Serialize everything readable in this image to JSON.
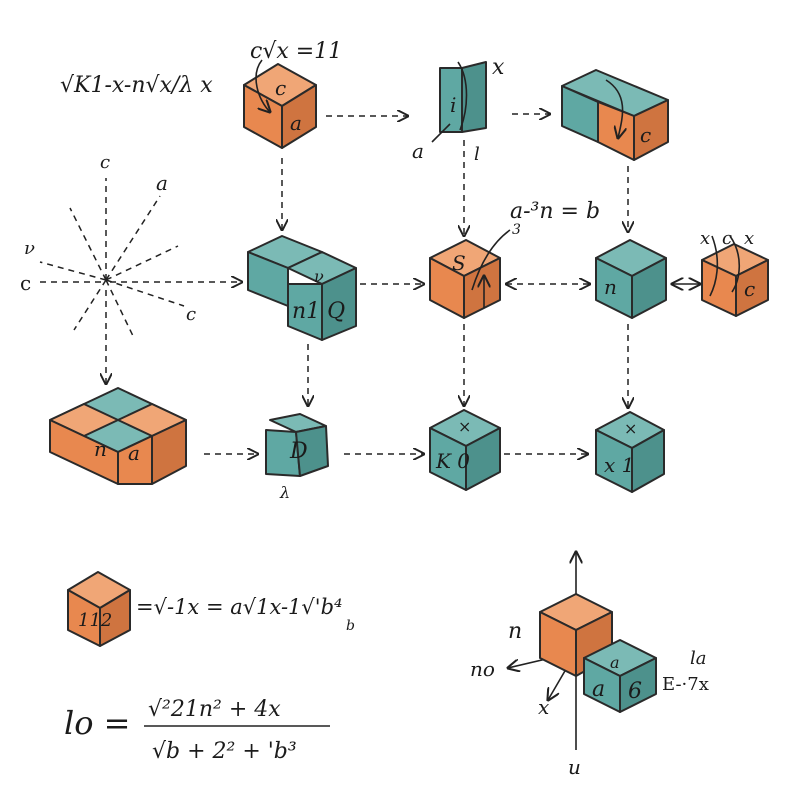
{
  "colors": {
    "orange": "#e8884f",
    "orange_light": "#f0a676",
    "orange_dark": "#cf7440",
    "teal": "#5fa8a3",
    "teal_light": "#7bbab5",
    "teal_dark": "#4d918c",
    "ink": "#222222"
  },
  "formulas": {
    "top_left": "√K1-x-n√x/λ x",
    "top_cube_eq": "c√x =11",
    "mid_eq": "a-³n = b",
    "mid_eq_sup": "3",
    "bottom_eq1": "=√-1x = a√1x-1√'b⁴",
    "bottom_eq1_sub": "b",
    "bottom_eq2_lhs": "lo =",
    "bottom_eq2_num": "√²21n² + 4x",
    "bottom_eq2_den": "√b + 2² + 'b³",
    "axis_eq": "E-·7x",
    "axis_eq_top": "la"
  },
  "cubes": {
    "top1": "a",
    "top1_inner": "c",
    "top2_face": "i",
    "top3": "c",
    "mid2": "n1 Q",
    "mid2_top": "ν",
    "mid3": "S",
    "mid4": "n",
    "mid5": "c",
    "row3_left": "n",
    "row3_right": "a",
    "row3_mid": "D",
    "row3_c": "K 0",
    "row3_c_top": "×",
    "row3_d": "x 1",
    "row3_d_top": "×",
    "eq_cube": "112",
    "axis_front": "a",
    "axis_side": "6",
    "axis_top": "a"
  },
  "labels": {
    "a_top": "a",
    "l_top": "l",
    "x_top": "x",
    "c_vert": "c",
    "a_ray": "a",
    "v_left": "ν",
    "c_left": "c",
    "c_right": "c",
    "x_mid": "x",
    "c_mid": "c",
    "x_mid2": "x",
    "lambda_low": "λ",
    "n_axis": "n",
    "no_axis": "no",
    "x_axis": "x",
    "u_axis": "u"
  }
}
